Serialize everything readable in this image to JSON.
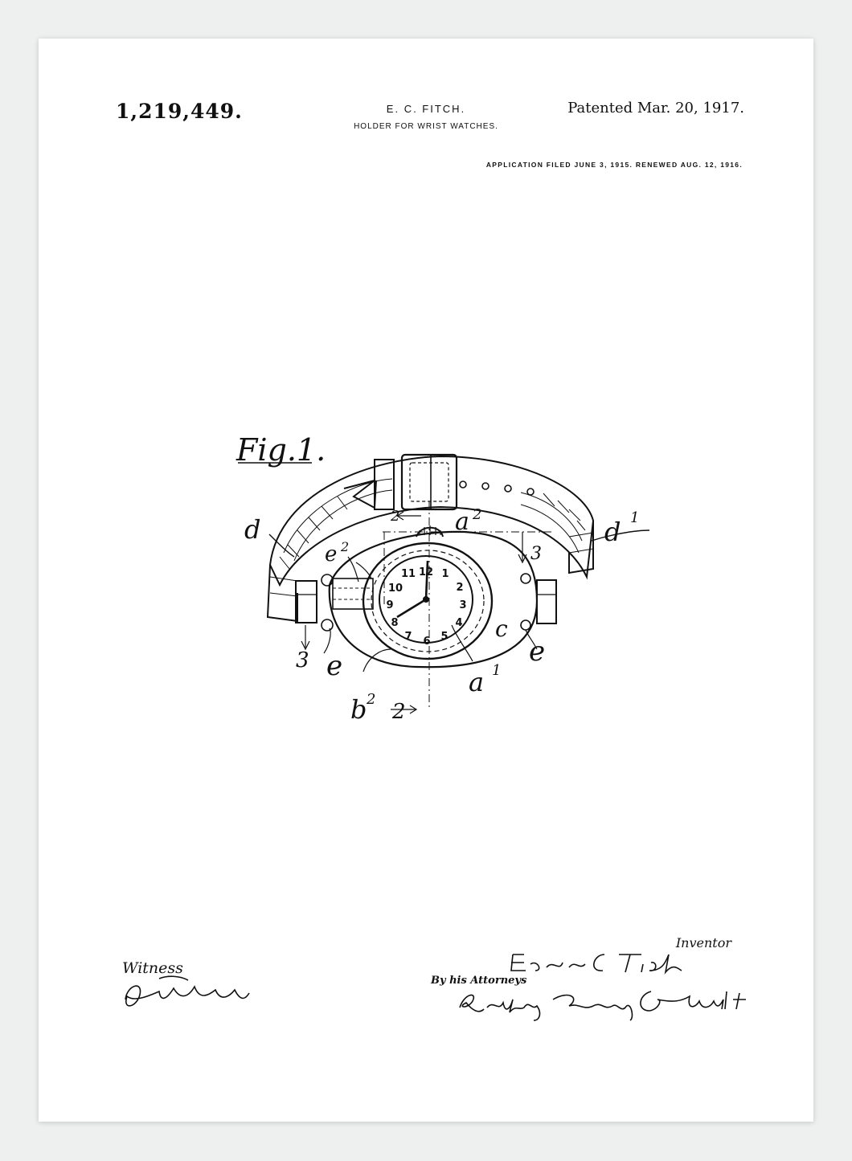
{
  "header": {
    "patent_number": "1,219,449.",
    "inventor_name": "E. C. FITCH.",
    "title": "HOLDER FOR WRIST WATCHES.",
    "patented": "Patented Mar. 20, 1917.",
    "application": "APPLICATION FILED JUNE 3, 1915. RENEWED AUG. 12, 1916."
  },
  "figure": {
    "label": "Fig.1.",
    "refs": {
      "d": "d",
      "d1": "d",
      "d1_sup": "1",
      "a2": "a",
      "a2_sup": "2",
      "a1": "a",
      "a1_sup": "1",
      "e2": "e",
      "e2_sup": "2",
      "b2": "b",
      "b2_sup": "2",
      "c": "c",
      "e_left": "e",
      "e_right": "e",
      "sec2_top": "2",
      "sec2_bottom": "2",
      "sec3_left": "3",
      "sec3_right": "3"
    },
    "dial_numerals": [
      "12",
      "1",
      "2",
      "3",
      "4",
      "5",
      "6",
      "7",
      "8",
      "9",
      "10",
      "11"
    ]
  },
  "footer": {
    "witness_label": "Witness",
    "witness_signature": "Geo. Schwartz",
    "inventor_label": "Inventor",
    "inventor_signature": "Ezra C. Fitch",
    "by_attorneys": "By his Attorneys",
    "attorneys_signature": "Redding, Greeley & Goodlett"
  },
  "colors": {
    "ink": "#111111",
    "paper": "#ffffff",
    "backdrop": "#eef0ef"
  }
}
